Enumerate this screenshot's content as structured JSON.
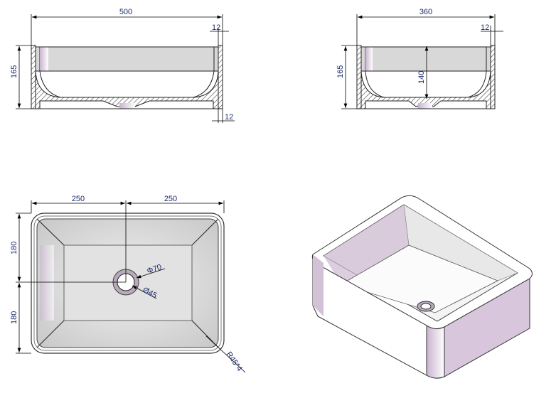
{
  "front_section": {
    "width": "500",
    "rim_top": "12",
    "height": "165",
    "rim_bottom": "12"
  },
  "side_section": {
    "width": "360",
    "rim": "12",
    "height": "165",
    "inner_depth": "140"
  },
  "top_view": {
    "left_half": "250",
    "right_half": "250",
    "upper_half": "180",
    "lower_half": "180",
    "outer_diameter": "Φ70",
    "inner_diameter": "Ø45",
    "corner_radius": "R45*4"
  },
  "colors": {
    "text": "#1c2a6e",
    "hatch": "#555555",
    "shade": "#d8d8d8",
    "tint": "#c9b3cf"
  }
}
